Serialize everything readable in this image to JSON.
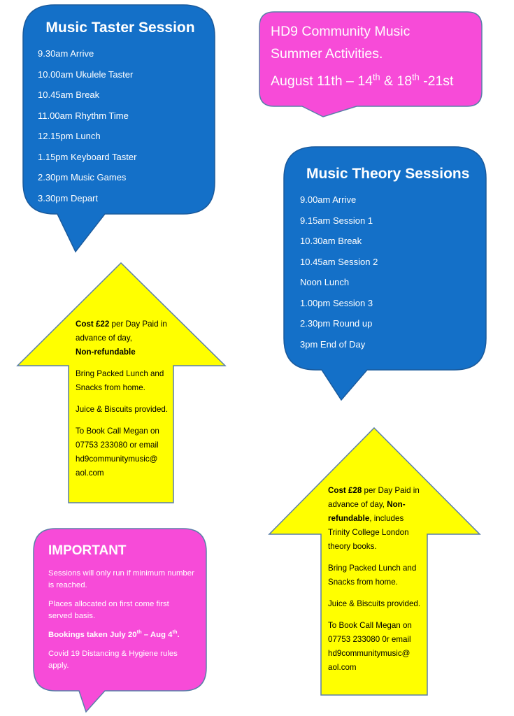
{
  "colors": {
    "blue": "#1470c8",
    "magenta": "#f74bd8",
    "yellow": "#ffff00",
    "border": "#5a7fa8"
  },
  "taster": {
    "title": "Music Taster Session",
    "items": [
      "9.30am Arrive",
      "10.00am Ukulele Taster",
      "10.45am Break",
      "11.00am Rhythm Time",
      "12.15pm Lunch",
      "1.15pm Keyboard Taster",
      "2.30pm Music Games",
      "3.30pm  Depart"
    ]
  },
  "header": {
    "line1": "HD9 Community Music",
    "line2": "Summer Activities.",
    "dates_a": "August 11th – 14",
    "sup_a": "th",
    "dates_b": " & 18",
    "sup_b": "th",
    "dates_c": " -21st"
  },
  "theory": {
    "title": "Music Theory Sessions",
    "items": [
      "9.00am Arrive",
      "9.15am Session 1",
      "10.30am Break",
      "10.45am Session 2",
      "Noon Lunch",
      "1.00pm Session 3",
      "2.30pm Round up",
      "3pm End of Day"
    ]
  },
  "arrow_left": {
    "cost_bold": "Cost £22",
    "cost_rest": " per Day Paid in advance of day,",
    "nonref": "Non-refundable",
    "lunch": "Bring Packed Lunch and Snacks from home.",
    "juice": "Juice & Biscuits provided.",
    "book": "To Book Call Megan on 07753 233080 or email hd9communitymusic@ aol.com"
  },
  "arrow_right": {
    "cost_bold": "Cost £28",
    "cost_rest": " per Day Paid in advance of day, ",
    "nonref": "Non-refundable",
    "includes": ", includes Trinity College London theory books.",
    "lunch": "Bring Packed Lunch and Snacks from home.",
    "juice": "Juice & Biscuits provided.",
    "book": "To Book Call Megan on 07753 233080 0r email hd9communitymusic@ aol.com"
  },
  "important": {
    "title": "IMPORTANT",
    "p1": "Sessions will only run if minimum number is reached.",
    "p2": "Places allocated on first come first served basis.",
    "bookings_a": "Bookings taken July 20",
    "sup_a": "th",
    "bookings_b": " – Aug 4",
    "sup_b": "th",
    "bookings_c": ".",
    "p4": "Covid 19 Distancing & Hygiene rules apply."
  }
}
